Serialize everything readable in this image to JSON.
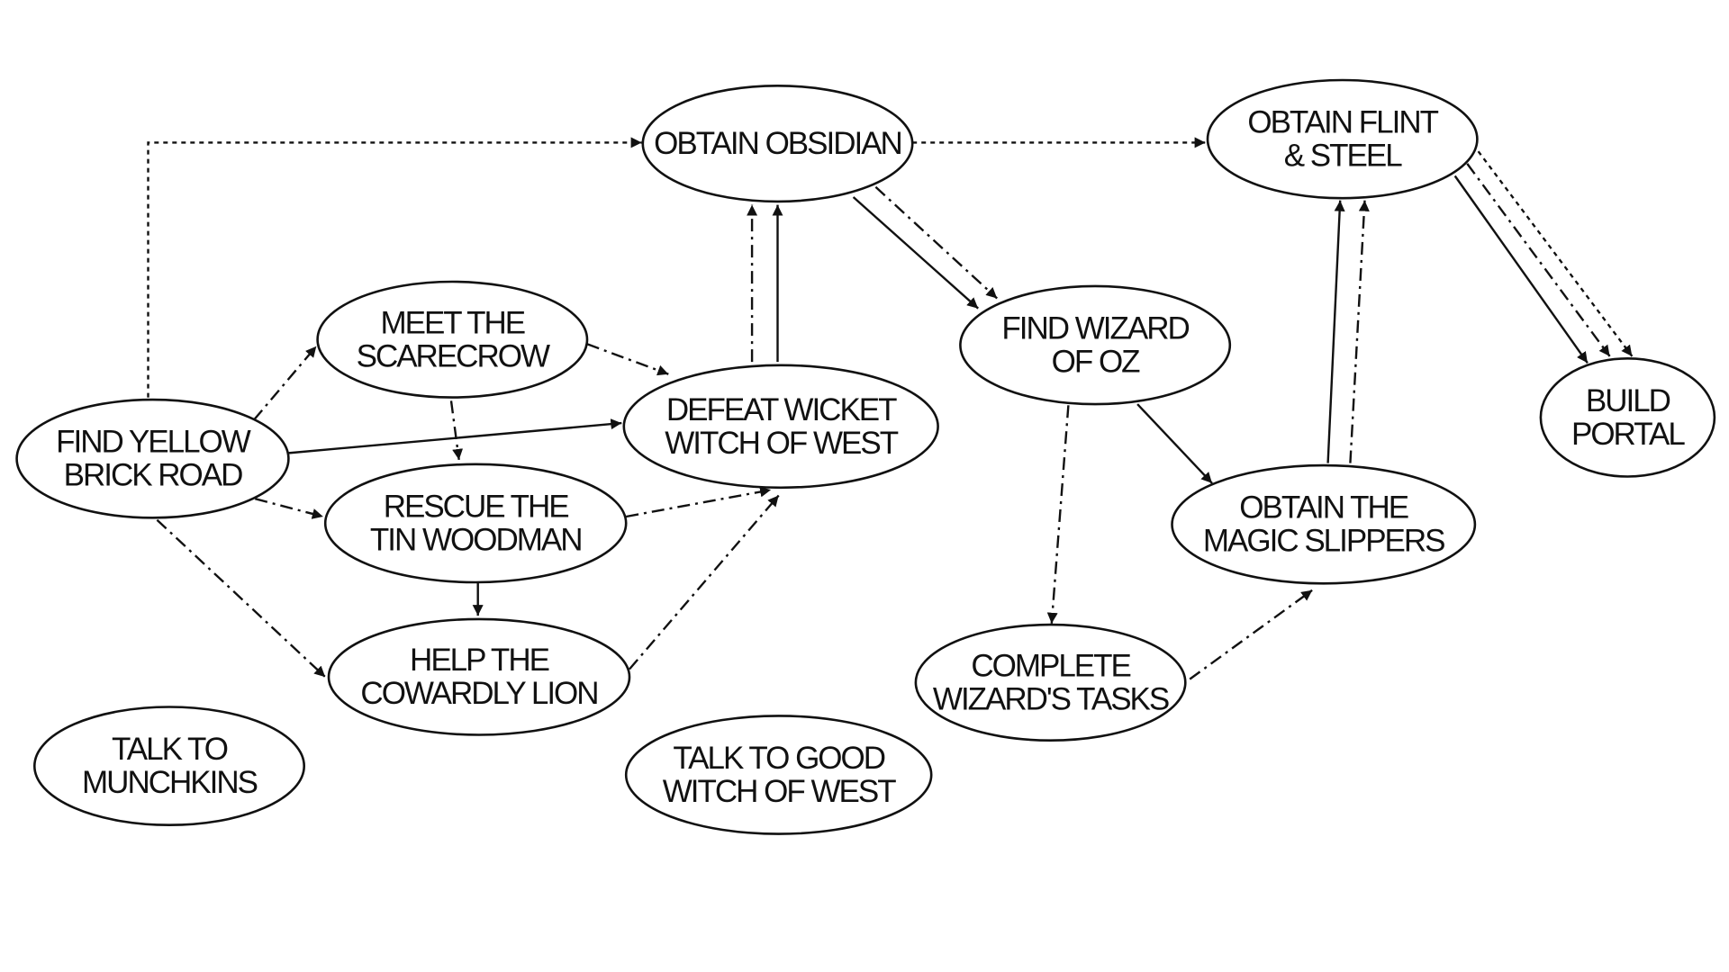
{
  "diagram": {
    "nodes": [
      {
        "id": "find-yellow-brick-road",
        "lines": [
          "FIND YELLOW",
          "BRICK ROAD"
        ]
      },
      {
        "id": "meet-the-scarecrow",
        "lines": [
          "MEET THE",
          "SCARECROW"
        ]
      },
      {
        "id": "rescue-the-tin-woodman",
        "lines": [
          "RESCUE THE",
          "TIN WOODMAN"
        ]
      },
      {
        "id": "help-the-cowardly-lion",
        "lines": [
          "HELP THE",
          "COWARDLY LION"
        ]
      },
      {
        "id": "talk-to-munchkins",
        "lines": [
          "TALK TO",
          "MUNCHKINS"
        ]
      },
      {
        "id": "obtain-obsidian",
        "lines": [
          "OBTAIN OBSIDIAN"
        ]
      },
      {
        "id": "defeat-wicket-witch",
        "lines": [
          "DEFEAT WICKET",
          "WITCH OF WEST"
        ]
      },
      {
        "id": "talk-to-good-witch",
        "lines": [
          "TALK TO GOOD",
          "WITCH OF WEST"
        ]
      },
      {
        "id": "find-wizard-of-oz",
        "lines": [
          "FIND WIZARD",
          "OF OZ"
        ]
      },
      {
        "id": "complete-wizards-tasks",
        "lines": [
          "COMPLETE",
          "WIZARD'S TASKS"
        ]
      },
      {
        "id": "obtain-magic-slippers",
        "lines": [
          "OBTAIN THE",
          "MAGIC SLIPPERS"
        ]
      },
      {
        "id": "obtain-flint-steel",
        "lines": [
          "OBTAIN FLINT",
          "& STEEL"
        ]
      },
      {
        "id": "build-portal",
        "lines": [
          "BUILD",
          "PORTAL"
        ]
      }
    ],
    "edges": [
      {
        "from": "find-yellow-brick-road",
        "to": "obtain-obsidian",
        "style": "dotted"
      },
      {
        "from": "find-yellow-brick-road",
        "to": "meet-the-scarecrow",
        "style": "dashdot"
      },
      {
        "from": "find-yellow-brick-road",
        "to": "defeat-wicket-witch",
        "style": "solid"
      },
      {
        "from": "find-yellow-brick-road",
        "to": "rescue-the-tin-woodman",
        "style": "dashdot"
      },
      {
        "from": "find-yellow-brick-road",
        "to": "help-the-cowardly-lion",
        "style": "dashdot"
      },
      {
        "from": "meet-the-scarecrow",
        "to": "defeat-wicket-witch",
        "style": "dashdot"
      },
      {
        "from": "meet-the-scarecrow",
        "to": "rescue-the-tin-woodman",
        "style": "dashdot"
      },
      {
        "from": "rescue-the-tin-woodman",
        "to": "help-the-cowardly-lion",
        "style": "solid"
      },
      {
        "from": "rescue-the-tin-woodman",
        "to": "defeat-wicket-witch",
        "style": "dashdot"
      },
      {
        "from": "help-the-cowardly-lion",
        "to": "defeat-wicket-witch",
        "style": "dashdot"
      },
      {
        "from": "defeat-wicket-witch",
        "to": "obtain-obsidian",
        "style": "dashdot"
      },
      {
        "from": "defeat-wicket-witch",
        "to": "obtain-obsidian",
        "style": "solid"
      },
      {
        "from": "obtain-obsidian",
        "to": "obtain-flint-steel",
        "style": "dotted"
      },
      {
        "from": "obtain-obsidian",
        "to": "find-wizard-of-oz",
        "style": "solid"
      },
      {
        "from": "obtain-obsidian",
        "to": "find-wizard-of-oz",
        "style": "dashdot"
      },
      {
        "from": "find-wizard-of-oz",
        "to": "obtain-magic-slippers",
        "style": "solid"
      },
      {
        "from": "find-wizard-of-oz",
        "to": "complete-wizards-tasks",
        "style": "dashdot"
      },
      {
        "from": "complete-wizards-tasks",
        "to": "obtain-magic-slippers",
        "style": "dashdot"
      },
      {
        "from": "obtain-magic-slippers",
        "to": "obtain-flint-steel",
        "style": "solid"
      },
      {
        "from": "obtain-magic-slippers",
        "to": "obtain-flint-steel",
        "style": "dashdot"
      },
      {
        "from": "obtain-flint-steel",
        "to": "build-portal",
        "style": "solid"
      },
      {
        "from": "obtain-flint-steel",
        "to": "build-portal",
        "style": "dashdot"
      },
      {
        "from": "obtain-flint-steel",
        "to": "build-portal",
        "style": "dotted"
      }
    ]
  }
}
